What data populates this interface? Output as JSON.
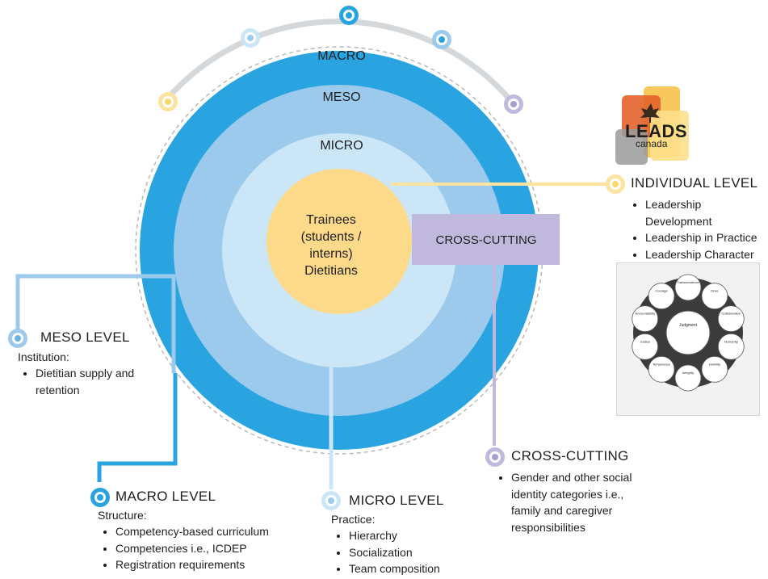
{
  "rings": {
    "macro": "MACRO",
    "meso": "MESO",
    "micro": "MICRO"
  },
  "center": {
    "lines": [
      "Trainees",
      "(students /",
      "interns)",
      "Dietitians"
    ]
  },
  "cross_cutting_box": "CROSS-CUTTING",
  "logo": {
    "brand": "LEADS",
    "country": "canada"
  },
  "individual": {
    "heading": "INDIVIDUAL LEVEL",
    "items": [
      "Leadership Development",
      "Leadership in Practice",
      "Leadership Character"
    ]
  },
  "meso": {
    "heading": "MESO LEVEL",
    "sub": "Institution:",
    "items": [
      "Dietitian supply and retention"
    ]
  },
  "macro": {
    "heading": "MACRO LEVEL",
    "sub": "Structure:",
    "items": [
      "Competency-based curriculum",
      "Competencies i.e., ICDEP",
      "Registration requirements"
    ]
  },
  "micro": {
    "heading": "MICRO LEVEL",
    "sub": "Practice:",
    "items": [
      "Hierarchy",
      "Socialization",
      "Team composition"
    ]
  },
  "cross_cutting": {
    "heading": "CROSS-CUTTING",
    "items": [
      "Gender and other social identity categories i.e., family and caregiver responsibilities"
    ]
  },
  "character_figure": {
    "center_title": "Judgment",
    "nodes": [
      "Transcendence",
      "Drive",
      "Collaboration",
      "Humanity",
      "Humility",
      "Integrity",
      "Temperance",
      "Justice",
      "Accountability",
      "Courage"
    ]
  },
  "colors": {
    "macro": "#29a4e0",
    "meso": "#9ccaec",
    "micro": "#cbe7f7",
    "center": "#fdd98a",
    "cross_cutting": "#c1b8dd",
    "arc": "#d5d8da",
    "individual_line": "#fde3a0"
  },
  "icons": [
    "target-icon"
  ]
}
